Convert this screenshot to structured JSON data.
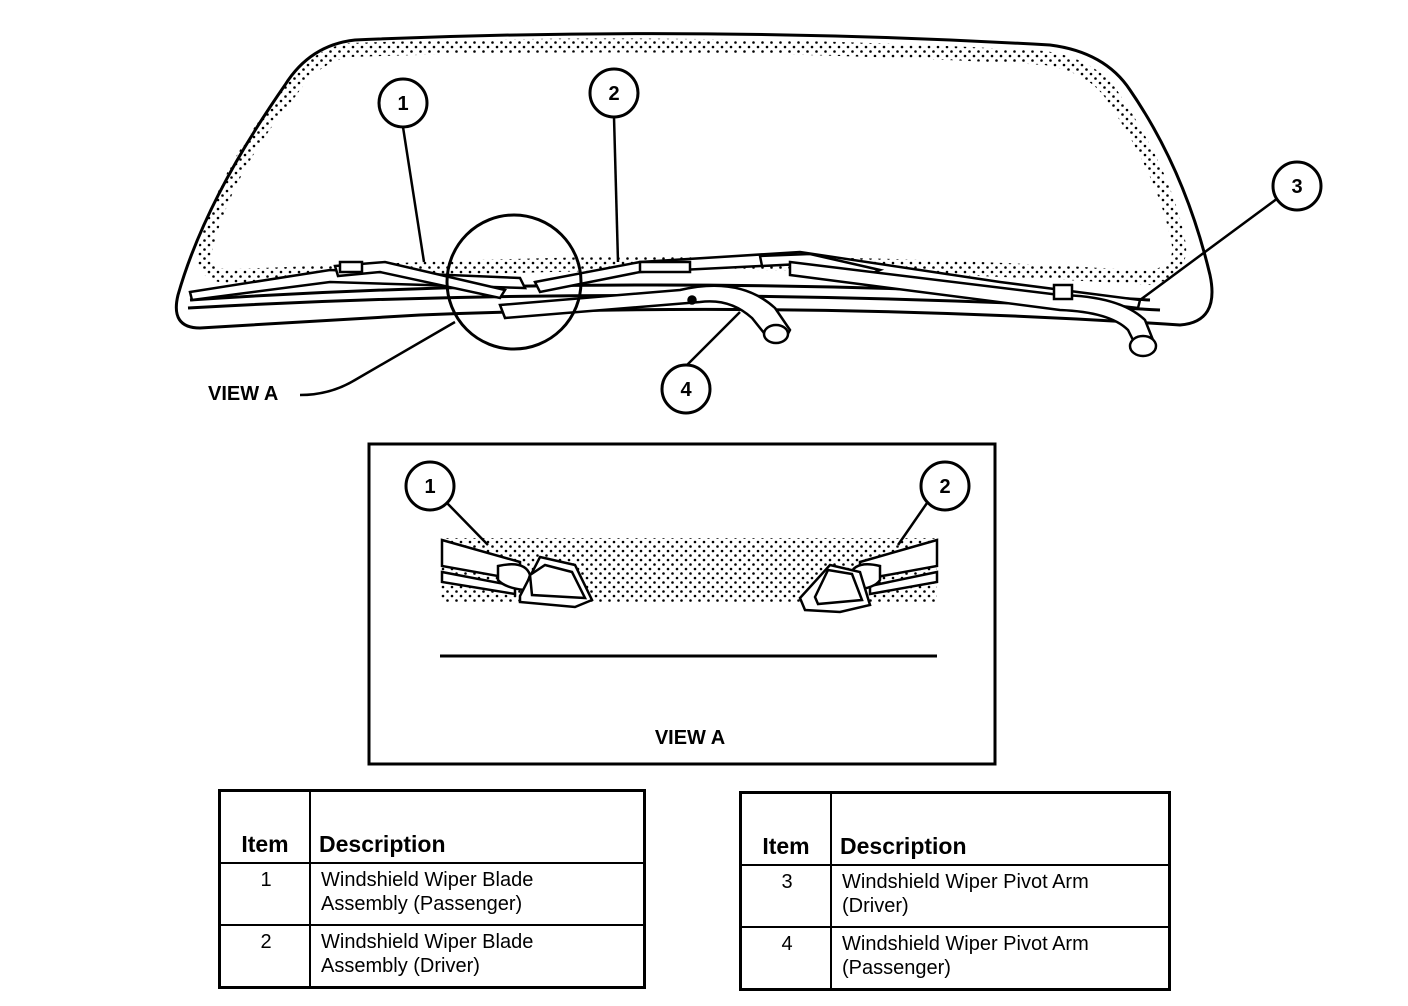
{
  "diagram": {
    "callouts": [
      "1",
      "2",
      "3",
      "4"
    ],
    "view_callouts": [
      "1",
      "2"
    ],
    "view_label_main": "VIEW A",
    "view_label_inset": "VIEW A"
  },
  "legend_left": {
    "header_item": "Item",
    "header_description": "Description",
    "rows": [
      {
        "item": "1",
        "line1": "Windshield Wiper Blade",
        "line2": "Assembly (Passenger)"
      },
      {
        "item": "2",
        "line1": "Windshield Wiper Blade",
        "line2": "Assembly (Driver)"
      }
    ]
  },
  "legend_right": {
    "header_item": "Item",
    "header_description": "Description",
    "rows": [
      {
        "item": "3",
        "line1": "Windshield Wiper Pivot Arm",
        "line2": "(Driver)"
      },
      {
        "item": "4",
        "line1": "Windshield Wiper Pivot Arm",
        "line2": "(Passenger)"
      }
    ]
  }
}
